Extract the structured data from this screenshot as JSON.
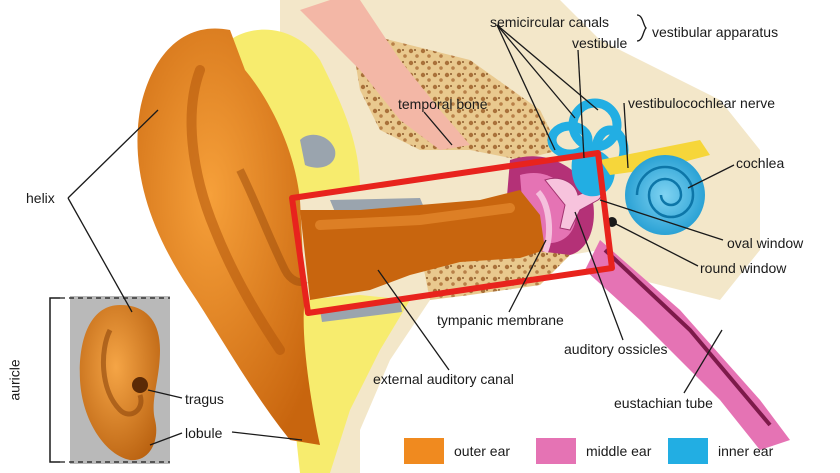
{
  "labels": {
    "semicircular_canals": "semicircular canals",
    "vestibule": "vestibule",
    "vestibular_apparatus": "vestibular apparatus",
    "temporal_bone": "temporal bone",
    "vestibulocochlear_nerve": "vestibulocochlear nerve",
    "cochlea": "cochlea",
    "helix": "helix",
    "oval_window": "oval window",
    "round_window": "round window",
    "tympanic_membrane": "tympanic membrane",
    "auditory_ossicles": "auditory ossicles",
    "external_auditory_canal": "external auditory canal",
    "eustachian_tube": "eustachian tube",
    "tragus": "tragus",
    "lobule": "lobule",
    "auricle": "auricle"
  },
  "legend": [
    {
      "label": "outer ear",
      "color": "#f08a1f"
    },
    {
      "label": "middle ear",
      "color": "#e573b4"
    },
    {
      "label": "inner ear",
      "color": "#22aee3"
    }
  ],
  "colors": {
    "outer_ear": "#f08a1f",
    "middle_ear": "#e573b4",
    "inner_ear": "#22aee3",
    "bone": "#f3e7c9",
    "cartilage": "#f7ec6e",
    "highlight_box": "#e8231d"
  }
}
